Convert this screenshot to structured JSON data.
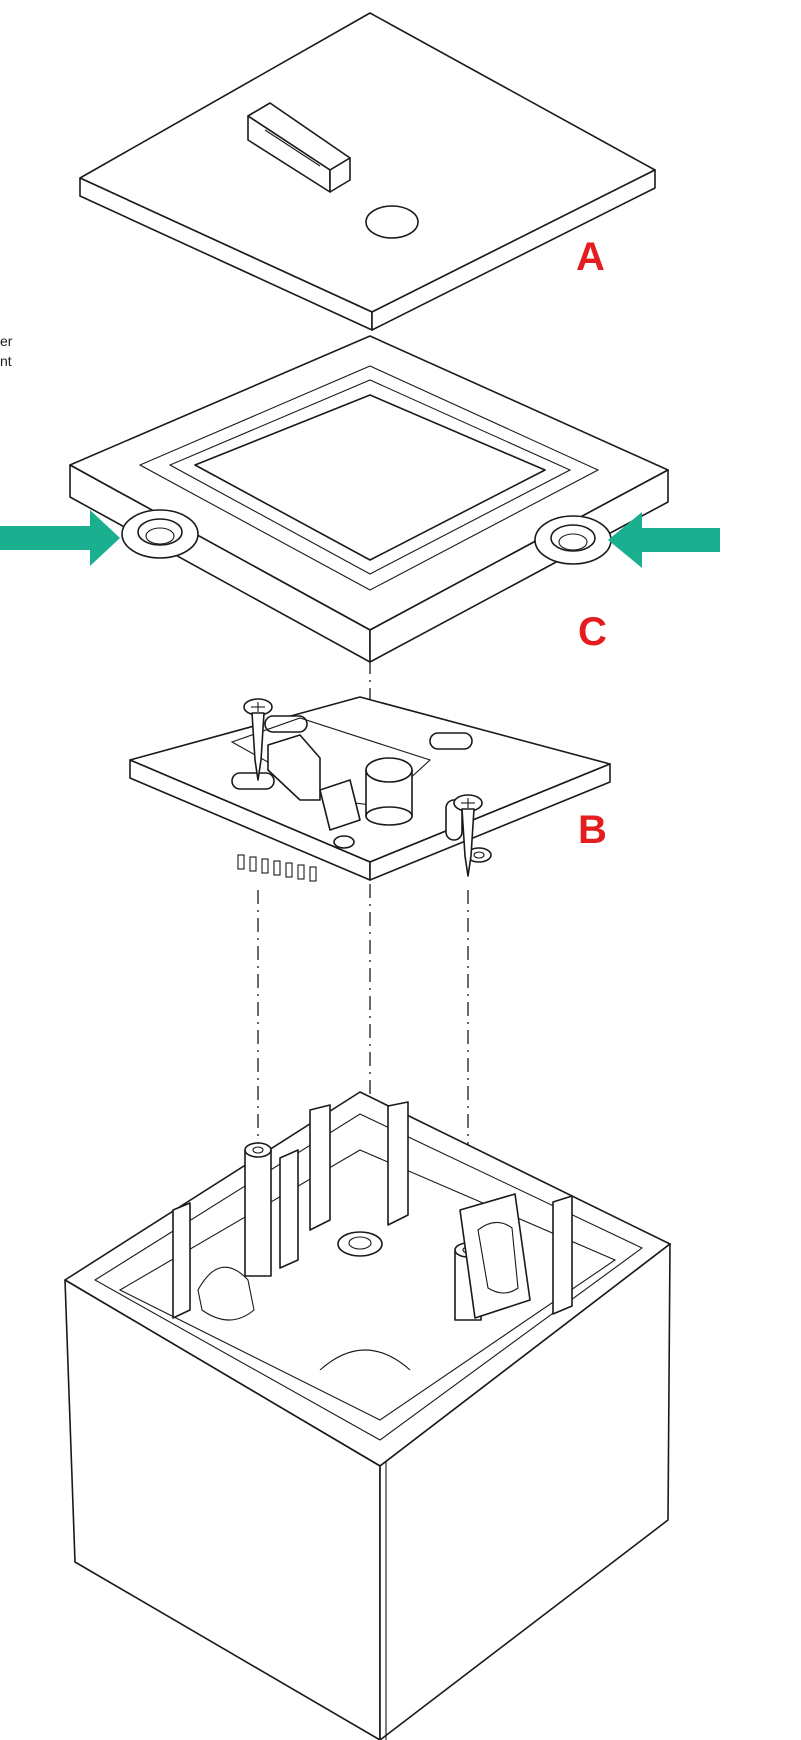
{
  "diagram": {
    "labels": {
      "a": "A",
      "b": "B",
      "c": "C"
    },
    "side_note_fragment": "er\nnt",
    "colors": {
      "label": "#e41e1e",
      "arrow": "#1aaf8f",
      "line": "#1a1a1a",
      "background": "#ffffff"
    },
    "arrows": [
      "arrow-right",
      "arrow-left"
    ],
    "icons": [
      "screw-icon",
      "screw-icon",
      "washer-icon",
      "capacitor-icon"
    ]
  }
}
